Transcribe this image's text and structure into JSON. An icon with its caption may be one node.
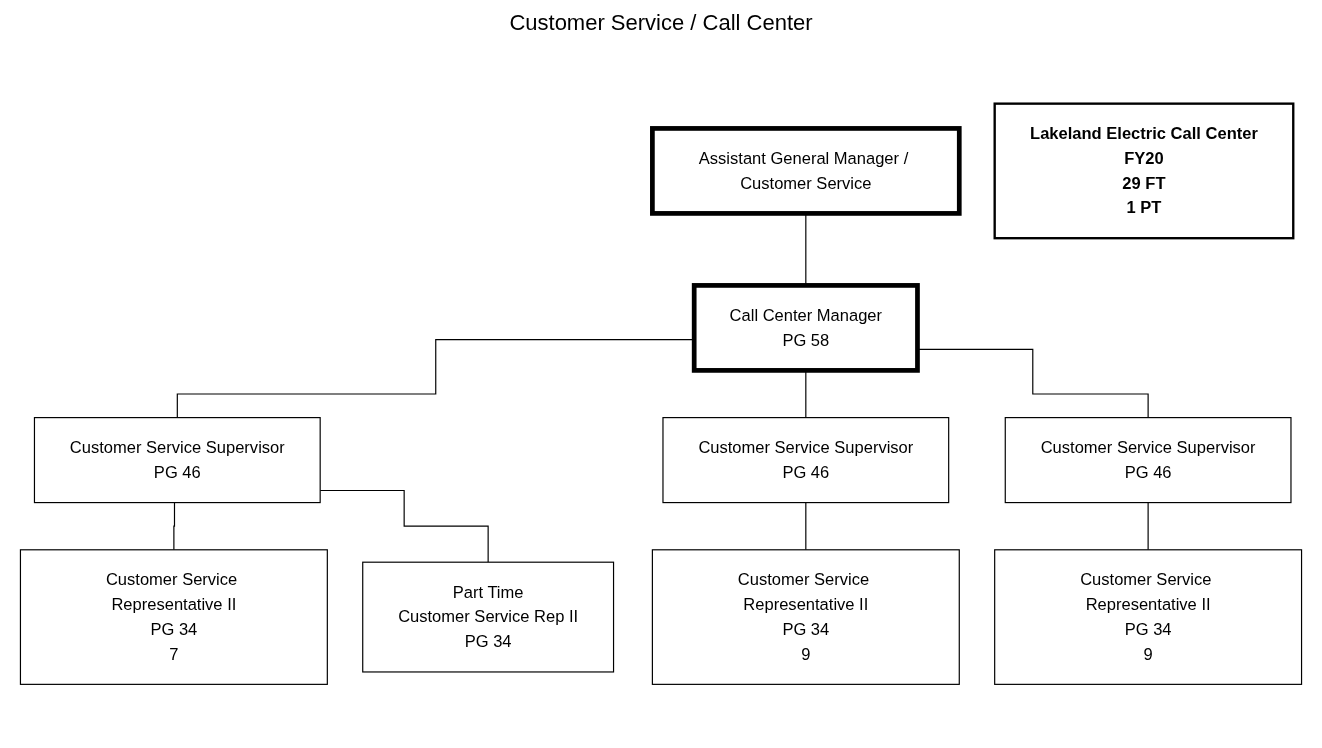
{
  "diagram": {
    "title": "Customer Service / Call Center",
    "nodes": [
      {
        "text": [
          "Assistant General Manager / Customer Service"
        ]
      },
      {
        "text": [
          "Call Center Manager",
          "PG 58"
        ]
      },
      {
        "text": [
          "Customer Service Supervisor",
          "PG 46"
        ]
      },
      {
        "text": [
          "Customer Service Representative II",
          "PG 34",
          "7"
        ]
      },
      {
        "text": [
          "Part Time",
          "Customer Service Rep II",
          "PG 34"
        ]
      },
      {
        "text": [
          "Customer Service Supervisor",
          "PG 46"
        ]
      },
      {
        "text": [
          "Customer Service Representative II",
          "PG 34",
          "9"
        ]
      },
      {
        "text": [
          "Customer Service Supervisor",
          "PG 46"
        ]
      },
      {
        "text": [
          "Customer Service Representative II",
          "PG 34",
          "9"
        ]
      },
      {
        "text": [
          "Lakeland Electric Call Center",
          "FY20",
          "29 FT",
          "1 PT"
        ]
      }
    ],
    "edges": [
      {
        "from": 0,
        "to": 1,
        "arrow": "none"
      },
      {
        "from": 1,
        "to": 2,
        "arrow": "none"
      },
      {
        "from": 1,
        "to": 5,
        "arrow": "none"
      },
      {
        "from": 1,
        "to": 7,
        "arrow": "none"
      },
      {
        "from": 2,
        "to": 3,
        "arrow": "none"
      },
      {
        "from": 2,
        "to": 4,
        "arrow": "none"
      },
      {
        "from": 5,
        "to": 6,
        "arrow": "none"
      },
      {
        "from": 7,
        "to": 8,
        "arrow": "none"
      }
    ]
  }
}
